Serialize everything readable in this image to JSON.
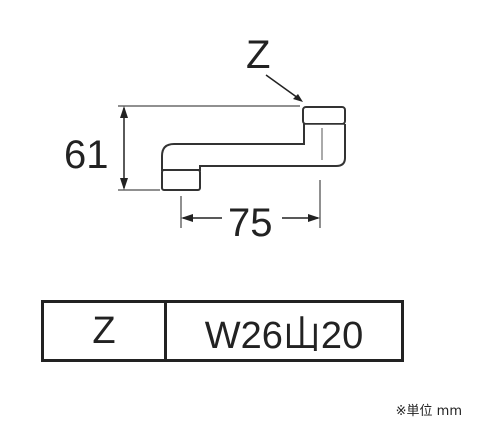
{
  "drawing": {
    "label_z": "Z",
    "dim_height": "61",
    "dim_width": "75"
  },
  "table": {
    "key": "Z",
    "value": "W26山20"
  },
  "unit_note": "※単位 mm"
}
